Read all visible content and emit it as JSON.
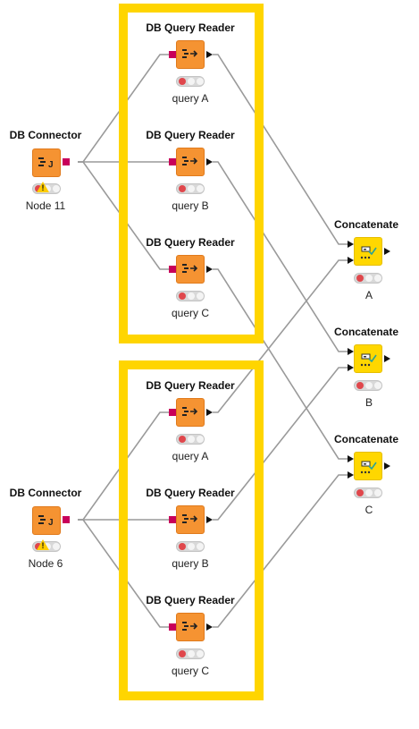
{
  "colors": {
    "annotation": "#ffd500",
    "orange_node": "#f59332",
    "yellow_node": "#ffd700",
    "db_port": "#c8005a",
    "edge": "#9a9a9a",
    "red_lamp": "#e0474c"
  },
  "nodes": {
    "connector_1": {
      "title": "DB Connector",
      "label": "Node 11",
      "icon": "db-connector-icon",
      "status": "red-warning"
    },
    "connector_2": {
      "title": "DB Connector",
      "label": "Node 6",
      "icon": "db-connector-icon",
      "status": "red-warning"
    },
    "reader_1a": {
      "title": "DB Query Reader",
      "label": "query A",
      "icon": "db-query-reader-icon",
      "status": "red"
    },
    "reader_1b": {
      "title": "DB Query Reader",
      "label": "query B",
      "icon": "db-query-reader-icon",
      "status": "red"
    },
    "reader_1c": {
      "title": "DB Query Reader",
      "label": "query C",
      "icon": "db-query-reader-icon",
      "status": "red"
    },
    "reader_2a": {
      "title": "DB Query Reader",
      "label": "query A",
      "icon": "db-query-reader-icon",
      "status": "red"
    },
    "reader_2b": {
      "title": "DB Query Reader",
      "label": "query B",
      "icon": "db-query-reader-icon",
      "status": "red"
    },
    "reader_2c": {
      "title": "DB Query Reader",
      "label": "query C",
      "icon": "db-query-reader-icon",
      "status": "red"
    },
    "concat_a": {
      "title": "Concatenate",
      "label": "A",
      "icon": "concatenate-icon",
      "status": "red"
    },
    "concat_b": {
      "title": "Concatenate",
      "label": "B",
      "icon": "concatenate-icon",
      "status": "red"
    },
    "concat_c": {
      "title": "Concatenate",
      "label": "C",
      "icon": "concatenate-icon",
      "status": "red"
    }
  },
  "edges": [
    [
      "connector_1",
      "reader_1a"
    ],
    [
      "connector_1",
      "reader_1b"
    ],
    [
      "connector_1",
      "reader_1c"
    ],
    [
      "connector_2",
      "reader_2a"
    ],
    [
      "connector_2",
      "reader_2b"
    ],
    [
      "connector_2",
      "reader_2c"
    ],
    [
      "reader_1a",
      "concat_a"
    ],
    [
      "reader_2a",
      "concat_a"
    ],
    [
      "reader_1b",
      "concat_b"
    ],
    [
      "reader_2b",
      "concat_b"
    ],
    [
      "reader_1c",
      "concat_c"
    ],
    [
      "reader_2c",
      "concat_c"
    ]
  ]
}
